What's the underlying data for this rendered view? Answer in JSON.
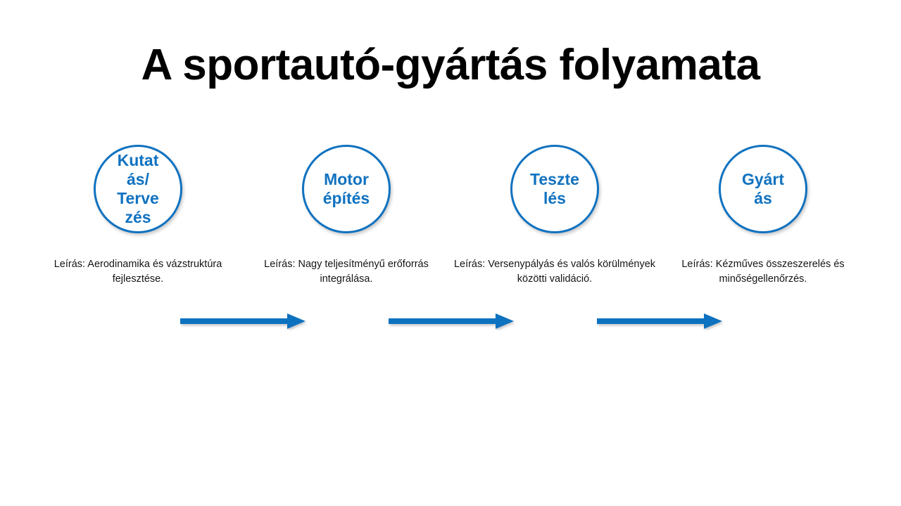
{
  "slide": {
    "title": "A sportautó-gyártás folyamata",
    "background_color": "#FFFFFF",
    "accent_color": "#1072C0",
    "text_color": "#151515"
  },
  "process": {
    "steps": [
      {
        "id": "kutatas-tervezes",
        "label": "Kutatás/Tervezés",
        "label_wrapped": "Kutat\nás/\nTerve\nzés",
        "caption": "Leírás: Aerodinamika és vázstruktúra fejlesztése."
      },
      {
        "id": "motor-epites",
        "label": "Motor építés",
        "label_wrapped": "Motor\népítés",
        "caption": "Leírás: Nagy teljesítményű erőforrás integrálása."
      },
      {
        "id": "teszteles",
        "label": "Tesztelés",
        "label_wrapped": "Teszte\nlés",
        "caption": "Leírás: Versenypályás és valós körülmények közötti validáció."
      },
      {
        "id": "gyartas",
        "label": "Gyártás",
        "label_wrapped": "Gyárt\nás",
        "caption": "Leírás: Kézműves összeszerelés és minőségellenőrzés."
      }
    ],
    "connectors": [
      {
        "id": "connector-1",
        "from": "kutatas-tervezes",
        "to": "motor-epites",
        "direction": "right"
      },
      {
        "id": "connector-2",
        "from": "motor-epites",
        "to": "teszteles",
        "direction": "right"
      },
      {
        "id": "connector-3",
        "from": "teszteles",
        "to": "gyartas",
        "direction": "right"
      }
    ]
  }
}
